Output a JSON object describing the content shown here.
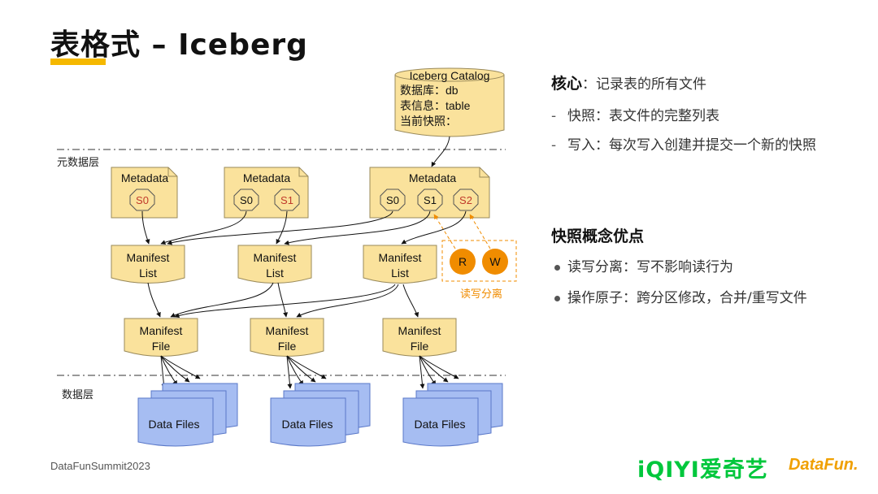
{
  "header": {
    "title": "表格式 – Iceberg"
  },
  "diagram": {
    "catalog": {
      "title": "Iceberg Catalog",
      "lines": [
        "数据库：db",
        "表信息：table",
        "当前快照："
      ]
    },
    "layers": {
      "metadata_layer": "元数据层",
      "data_layer": "数据层"
    },
    "metadata_label": "Metadata",
    "snapshots": {
      "s0": "S0",
      "s1": "S1",
      "s2": "S2"
    },
    "manifest_list": [
      "Manifest",
      "List"
    ],
    "manifest_file": [
      "Manifest",
      "File"
    ],
    "data_files": "Data Files",
    "rw": {
      "r": "R",
      "w": "W",
      "caption": "读写分离"
    }
  },
  "side": {
    "core_title": "核心",
    "core_text": "：记录表的所有文件",
    "dash": "-",
    "bullets1": [
      {
        "label": "快照：表文件的完整列表"
      },
      {
        "label": "写入：每次写入创建并提交一个新的快照"
      }
    ],
    "section2_title": "快照概念优点",
    "bullets2": [
      {
        "label": "读写分离：写不影响读行为"
      },
      {
        "label": "操作原子：跨分区修改，合并/重写文件"
      }
    ]
  },
  "footer": {
    "event": "DataFunSummit2023",
    "logo1": "iQIYI爱奇艺",
    "logo2": "DataFun."
  },
  "colors": {
    "accent": "#f5b800",
    "box_fill": "#fae29c",
    "box_stroke": "#9a8a5a",
    "data_fill": "#a6bdf2",
    "data_stroke": "#5a78c8",
    "orange": "#f08c00",
    "red_text": "#c0392b"
  }
}
